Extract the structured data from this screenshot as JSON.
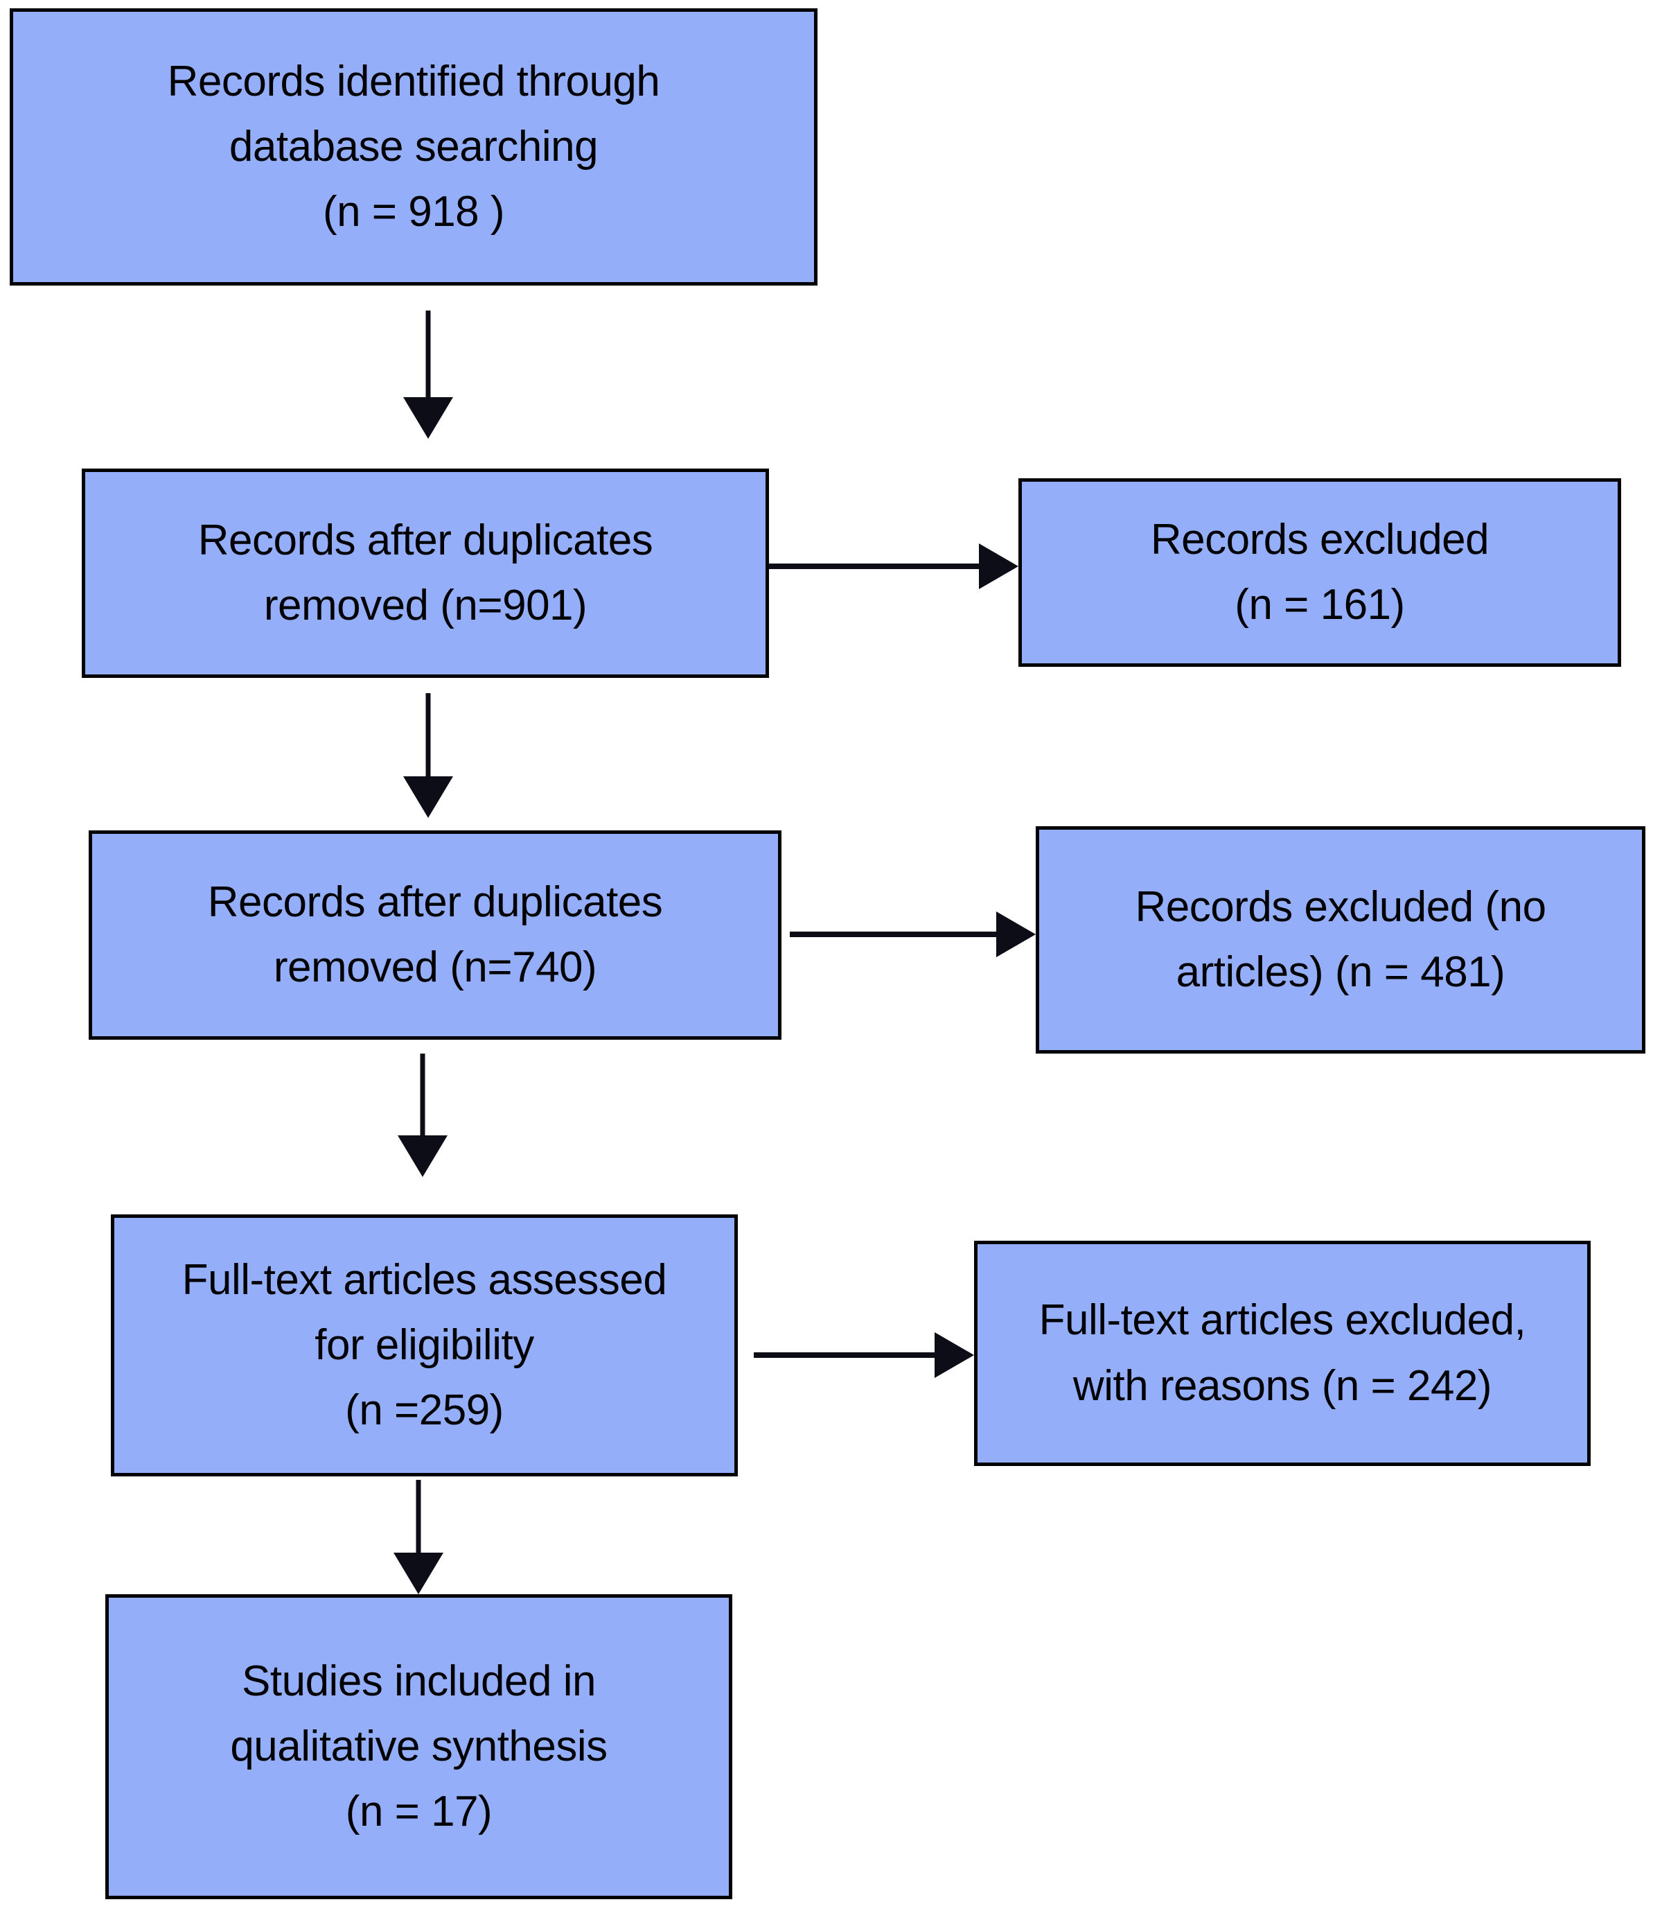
{
  "diagram": {
    "title": "PRISMA study selection flow diagram",
    "type": "flowchart",
    "accent_color": "#94AEFA",
    "border_color": "#000000",
    "arrow_color": "#0d0d17",
    "background_color": "#ffffff",
    "nodes": [
      {
        "id": "identified",
        "lines": [
          "Records identified through",
          "database searching",
          "(n = 918 )"
        ],
        "count": 918
      },
      {
        "id": "dedup-901",
        "lines": [
          "Records after duplicates",
          "removed (n=901)"
        ],
        "count": 901
      },
      {
        "id": "excluded-161",
        "lines": [
          "Records excluded",
          "(n = 161)"
        ],
        "count": 161
      },
      {
        "id": "dedup-740",
        "lines": [
          "Records after duplicates",
          "removed (n=740)"
        ],
        "count": 740
      },
      {
        "id": "excluded-481",
        "lines": [
          "Records excluded (no",
          "articles) (n = 481)"
        ],
        "count": 481
      },
      {
        "id": "fulltext-259",
        "lines": [
          "Full-text articles assessed",
          "for eligibility",
          "(n =259)"
        ],
        "count": 259
      },
      {
        "id": "excluded-242",
        "lines": [
          "Full-text articles excluded,",
          "with reasons (n = 242)"
        ],
        "count": 242
      },
      {
        "id": "included-17",
        "lines": [
          "Studies included in",
          "qualitative synthesis",
          "(n = 17)"
        ],
        "count": 17
      }
    ],
    "edges": [
      {
        "id": "identified-to-dedup901",
        "from": "identified",
        "to": "dedup-901",
        "direction": "down"
      },
      {
        "id": "dedup901-to-excluded161",
        "from": "dedup-901",
        "to": "excluded-161",
        "direction": "right"
      },
      {
        "id": "dedup901-to-dedup740",
        "from": "dedup-901",
        "to": "dedup-740",
        "direction": "down"
      },
      {
        "id": "dedup740-to-excluded481",
        "from": "dedup-740",
        "to": "excluded-481",
        "direction": "right"
      },
      {
        "id": "dedup740-to-fulltext259",
        "from": "dedup-740",
        "to": "fulltext-259",
        "direction": "down"
      },
      {
        "id": "fulltext259-to-excluded242",
        "from": "fulltext-259",
        "to": "excluded-242",
        "direction": "right"
      },
      {
        "id": "fulltext259-to-included17",
        "from": "fulltext-259",
        "to": "included-17",
        "direction": "down"
      }
    ]
  }
}
